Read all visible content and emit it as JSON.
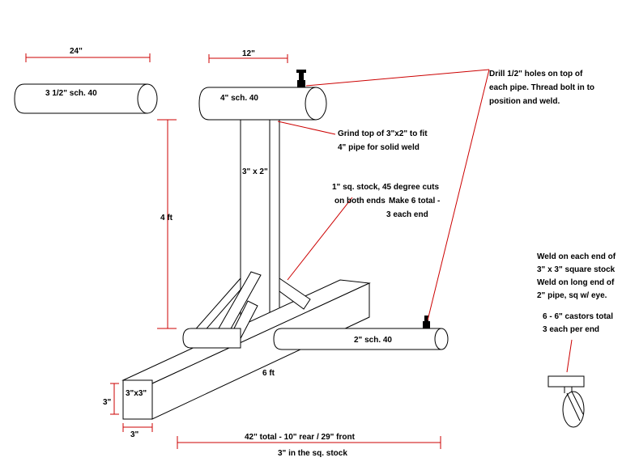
{
  "labels": {
    "dim_24": "24\"",
    "dim_12": "12\"",
    "pipe_3half": "3 1/2\" sch. 40",
    "pipe_4": "4\" sch. 40",
    "drill_line1": "Drill 1/2\" holes on top of",
    "drill_line2": "each pipe.  Thread bolt in to",
    "drill_line3": "position and weld.",
    "grind_line1": "Grind top of 3\"x2\" to fit",
    "grind_line2": "4\" pipe for solid weld",
    "post_3x2": "3\" x 2\"",
    "stock_line1": "1\" sq. stock, 45 degree cuts",
    "stock_line2": "on both ends",
    "make_line1": "Make 6 total -",
    "make_line2": "3 each end",
    "height_4ft": "4 ft",
    "weld_line1": "Weld on each end of",
    "weld_line2": "3\" x 3\" square stock",
    "weld_line3": "Weld on long end of",
    "weld_line4": "2\" pipe, sq w/ eye.",
    "castor_line1": "6 - 6\" castors total",
    "castor_line2": "3 each per end",
    "pipe_2": "2\" sch. 40",
    "length_6ft": "6 ft",
    "end_3x3": "3\"x3\"",
    "side_3": "3\"",
    "bottom_3": "3\"",
    "total_line": "42\" total - 10\" rear / 29\" front",
    "sq_stock_line": "3\" in the sq. stock"
  },
  "colors": {
    "ink": "#000000",
    "leader": "#cc0000",
    "background": "#ffffff"
  }
}
